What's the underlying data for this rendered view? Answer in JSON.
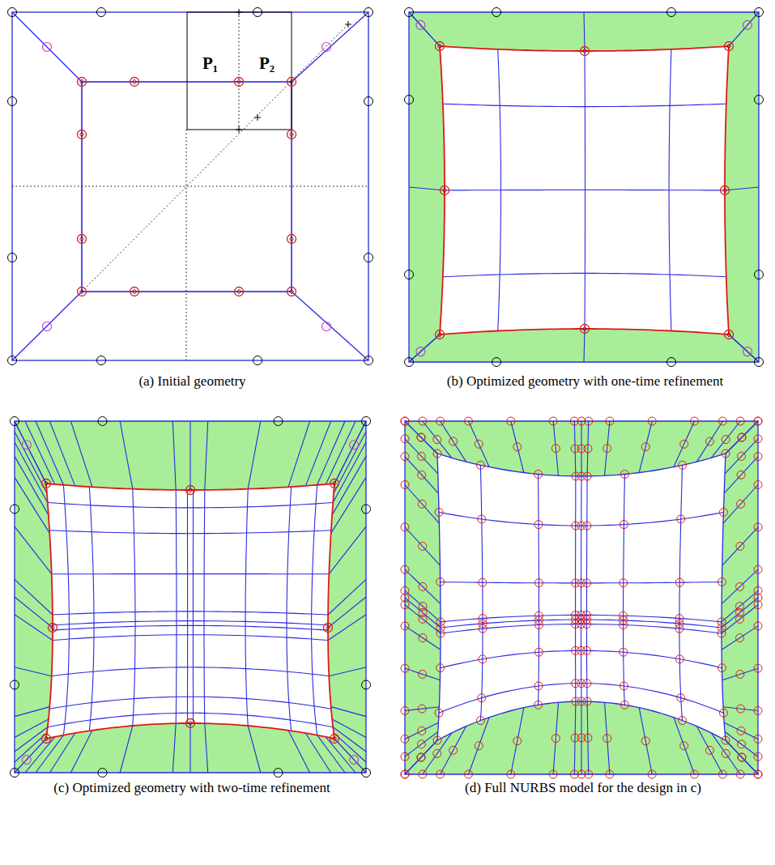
{
  "diagram": {
    "labels": [
      "P₁",
      "P₂",
      "(a) Initial geometry",
      "(b) Optimized geometry with one-time refinement",
      "(c) Optimized geometry with two-time refinement",
      "(d) Full NURBS model for the design in c)"
    ]
  }
}
